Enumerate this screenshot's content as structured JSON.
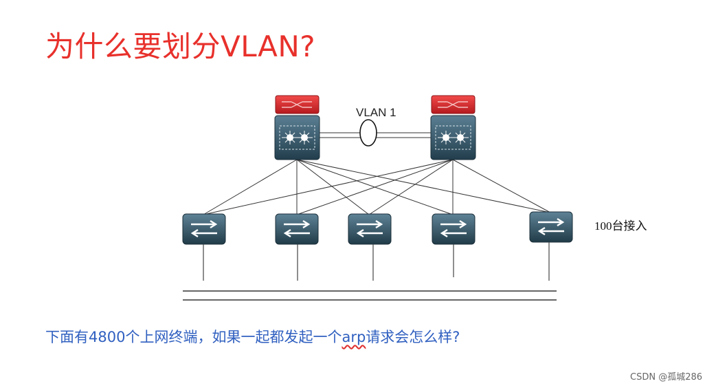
{
  "title": "为什么要划分VLAN?",
  "diagram": {
    "vlan_label": "VLAN 1",
    "access_label": "100台接入",
    "core_switch_count": 2,
    "access_switch_count": 5
  },
  "question": {
    "before": "下面有4800个上网终端，如果一起都发起一个",
    "arp": "arp",
    "after": "请求会怎么样?"
  },
  "footer": "CSDN @孤城286",
  "colors": {
    "title": "#e8302b",
    "question": "#3060c0",
    "router": "#d9262b",
    "switch_body": "#2f5366"
  }
}
